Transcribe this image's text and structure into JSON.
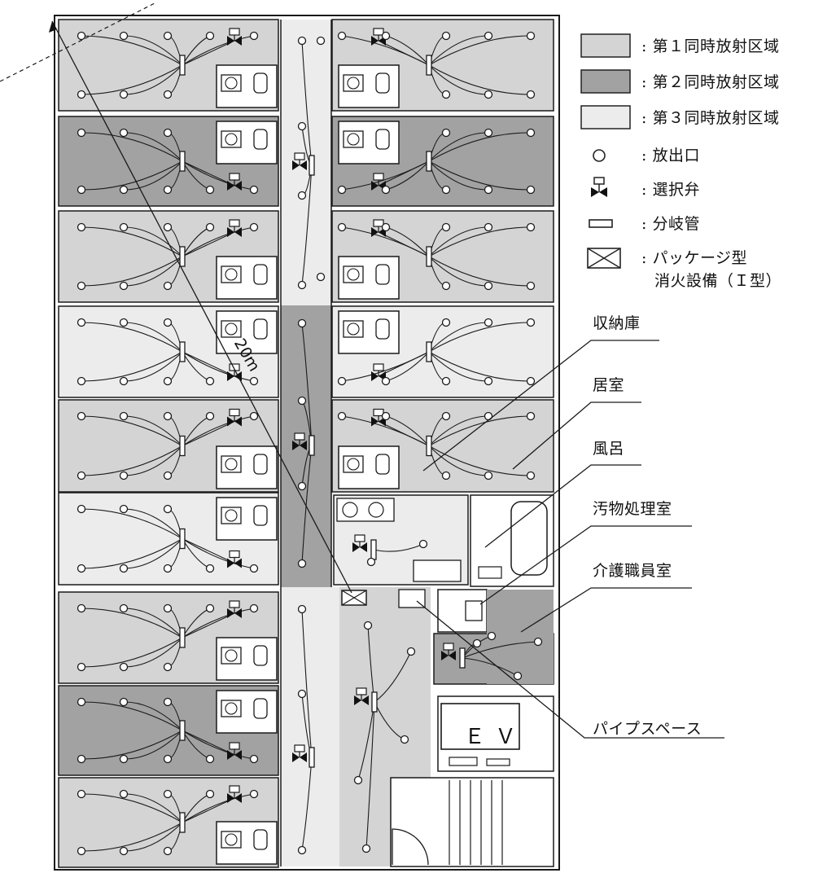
{
  "legend": {
    "zone1": ": 第１同時放射区域",
    "zone2": ": 第２同時放射区域",
    "zone3": ": 第３同時放射区域",
    "outlet": ": 放出口",
    "valve": ": 選択弁",
    "branch": ": 分岐管",
    "package_line1": ": パッケージ型",
    "package_line2": "消火設備（Ｉ型）"
  },
  "callouts": {
    "storage": "収納庫",
    "living": "居室",
    "bath": "風呂",
    "waste": "汚物処理室",
    "staff": "介護職員室",
    "pipe_space": "パイプスペース"
  },
  "distance_label": "20m",
  "elevator_label": "ＥＶ",
  "colors": {
    "zone1": "#d4d4d4",
    "zone2": "#a2a2a2",
    "zone3": "#ececec",
    "line": "#1a1a1a"
  }
}
